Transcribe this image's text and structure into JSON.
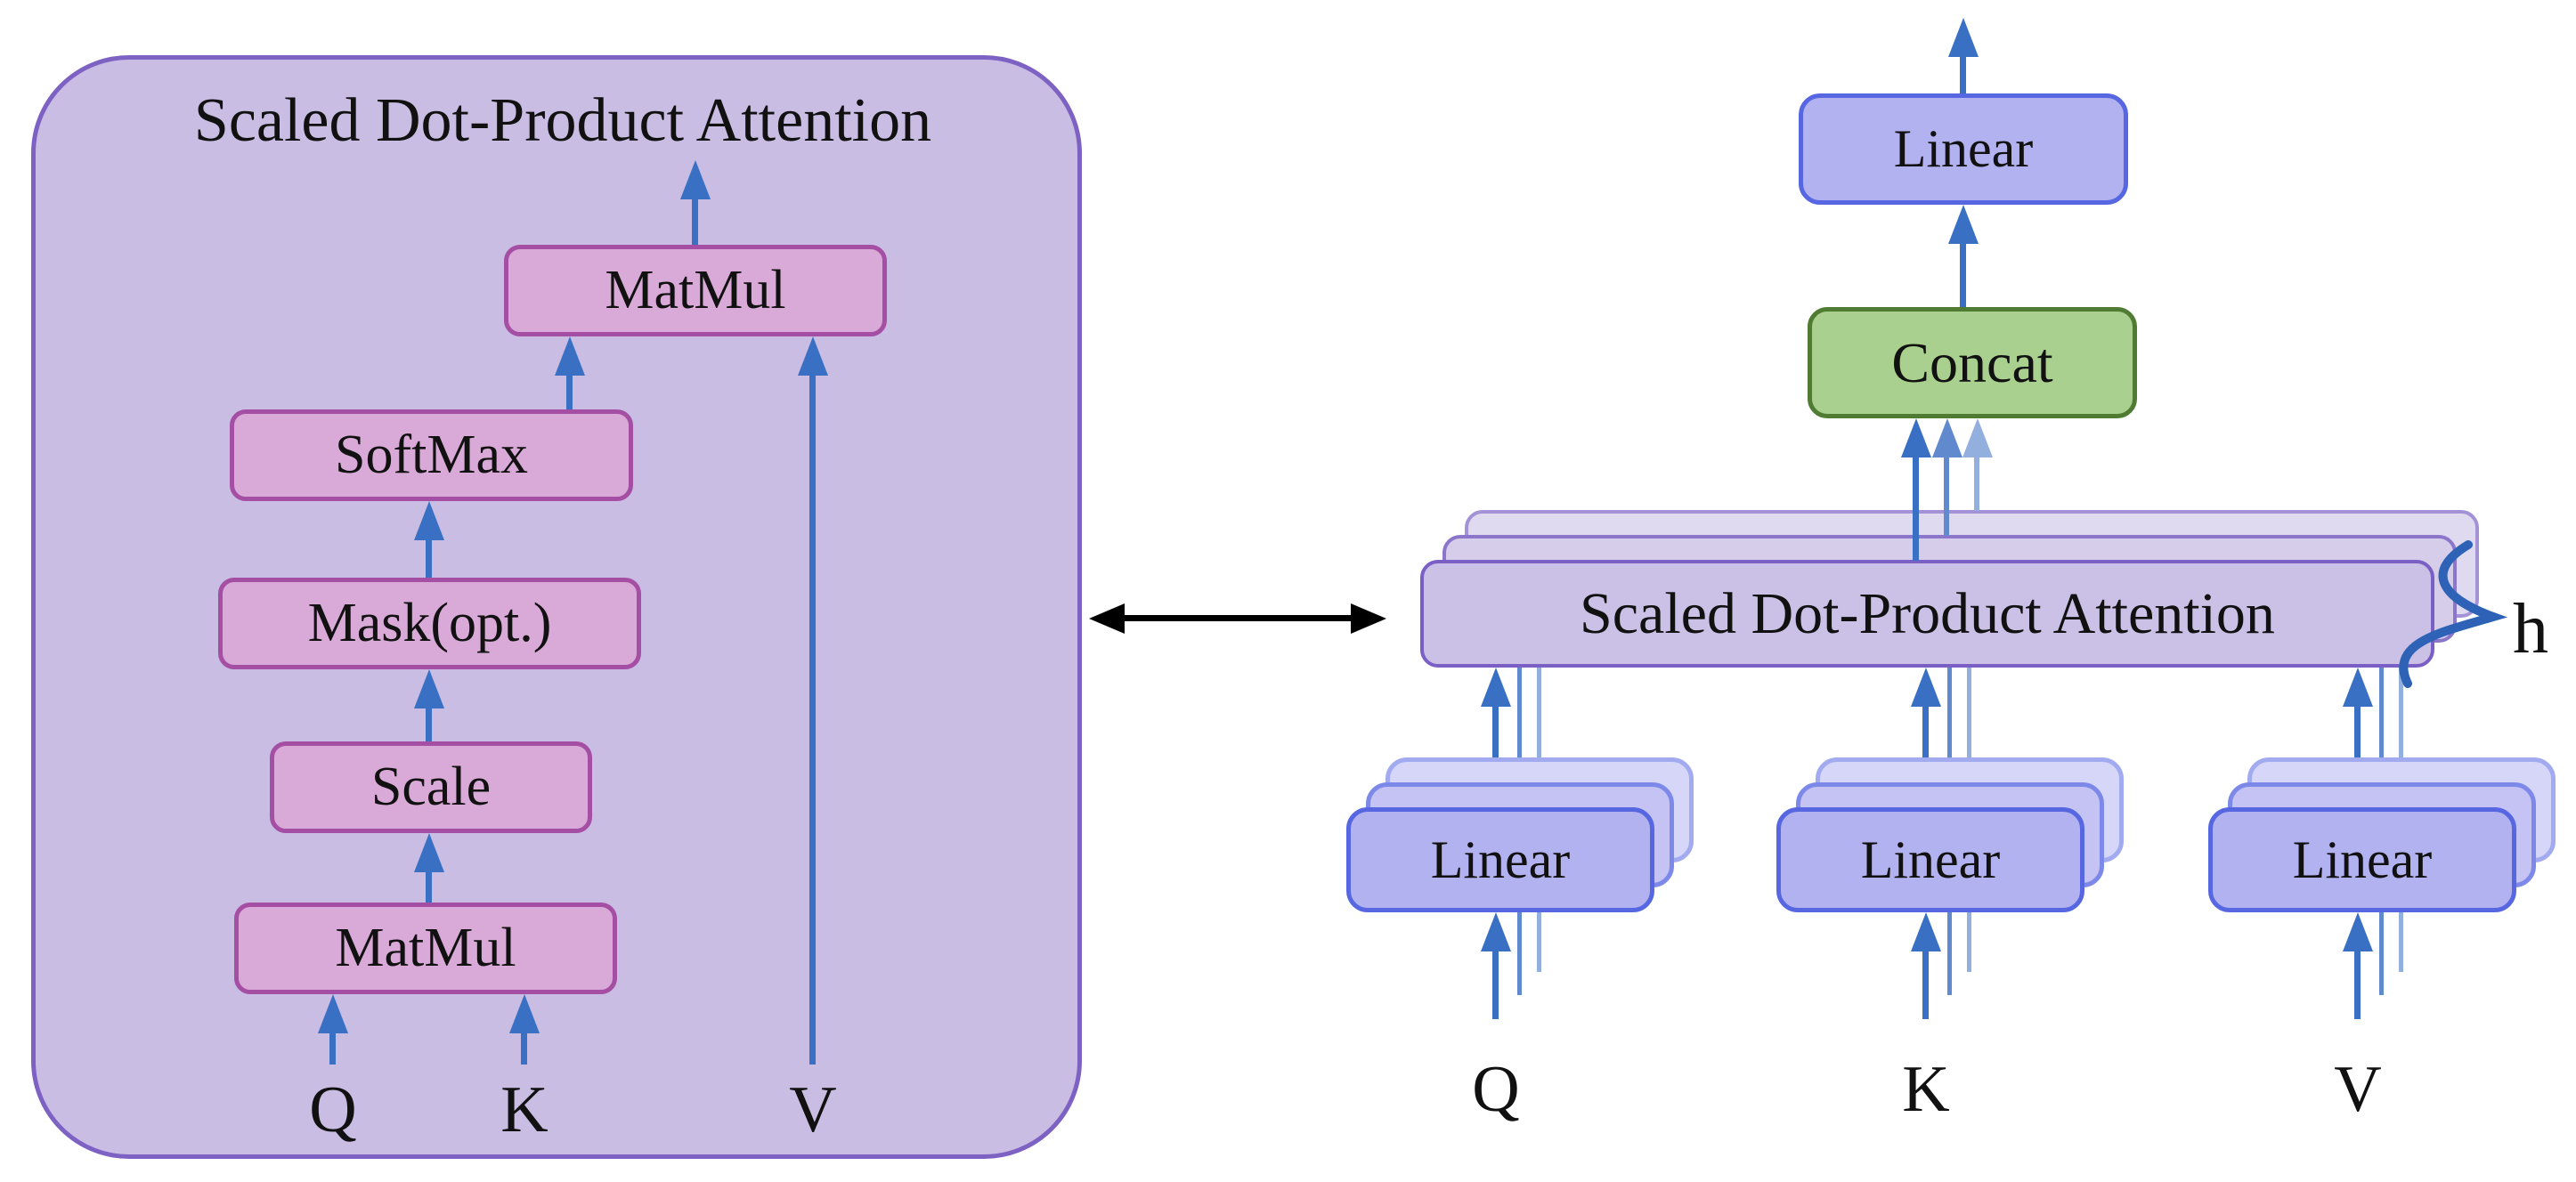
{
  "left_panel": {
    "title": "Scaled Dot-Product Attention",
    "nodes": {
      "matmul_out": "MatMul",
      "softmax": "SoftMax",
      "mask": "Mask(opt.)",
      "scale": "Scale",
      "matmul_qk": "MatMul"
    },
    "inputs": {
      "q": "Q",
      "k": "K",
      "v": "V"
    }
  },
  "right_panel": {
    "output_linear": "Linear",
    "concat": "Concat",
    "attention_bar": "Scaled Dot-Product Attention",
    "head_count_label": "h",
    "branches": {
      "q": {
        "linear": "Linear",
        "input": "Q"
      },
      "k": {
        "linear": "Linear",
        "input": "K"
      },
      "v": {
        "linear": "Linear",
        "input": "V"
      }
    }
  },
  "colors": {
    "panel_fill": "#c9bde3",
    "panel_border": "#7e62c3",
    "operation_box_fill": "#d9aad8",
    "operation_box_border": "#a44fa3",
    "linear_box_fill": "#b3b2f0",
    "linear_box_border": "#5767e1",
    "concat_fill": "#a9d08e",
    "concat_border": "#507b33",
    "attention_bar_fill": "#cbc0e5",
    "attention_bar_border": "#7a5fc4",
    "arrow_blue": "#3a70c4",
    "arrow_blue_medium": "#6189ce",
    "arrow_blue_light": "#93afdd",
    "equivalence_arrow": "#000000",
    "text": "#000000"
  }
}
